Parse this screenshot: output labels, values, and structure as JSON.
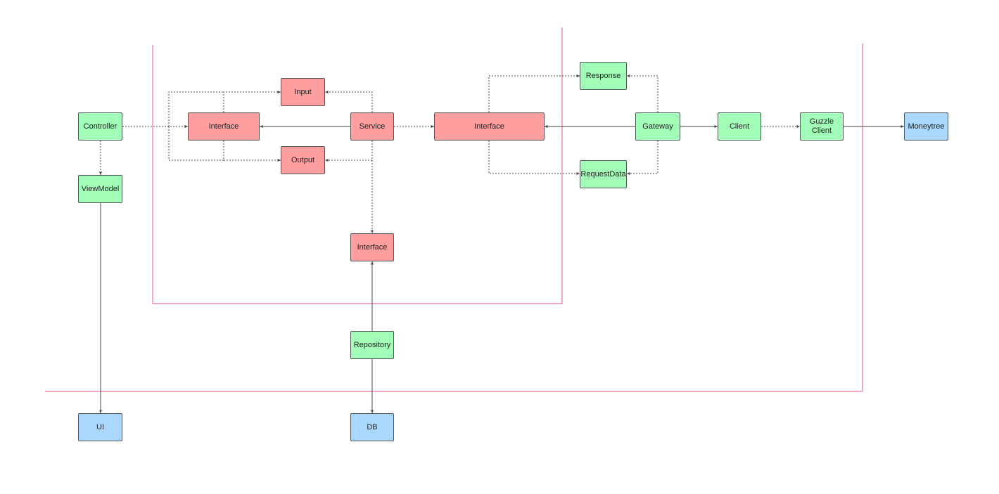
{
  "colors": {
    "domain_node": "#ff9e9e",
    "adapter_node": "#a2fdb8",
    "external_node": "#a9d7fd",
    "boundary": "#ee5577",
    "edge": "#444444"
  },
  "nodes": {
    "controller": {
      "label": "Controller",
      "kind": "green"
    },
    "viewmodel": {
      "label": "ViewModel",
      "kind": "green"
    },
    "ui": {
      "label": "UI",
      "kind": "blue"
    },
    "interface_usecase": {
      "label": "Interface",
      "kind": "red"
    },
    "input": {
      "label": "Input",
      "kind": "red"
    },
    "output": {
      "label": "Output",
      "kind": "red"
    },
    "service": {
      "label": "Service",
      "kind": "red"
    },
    "interface_repository": {
      "label": "Interface",
      "kind": "red"
    },
    "repository": {
      "label": "Repository",
      "kind": "green"
    },
    "db": {
      "label": "DB",
      "kind": "blue"
    },
    "interface_gateway": {
      "label": "Interface",
      "kind": "red"
    },
    "response": {
      "label": "Response",
      "kind": "green"
    },
    "requestdata": {
      "label": "RequestData",
      "kind": "green"
    },
    "gateway": {
      "label": "Gateway",
      "kind": "green"
    },
    "client": {
      "label": "Client",
      "kind": "green"
    },
    "guzzle_client": {
      "label": "Guzzle\nClient",
      "kind": "green"
    },
    "moneytree": {
      "label": "Moneytree",
      "kind": "blue"
    }
  },
  "edges": [
    {
      "from": "controller",
      "to": "interface_usecase",
      "style": "dotted"
    },
    {
      "from": "controller",
      "to": "viewmodel",
      "style": "dotted"
    },
    {
      "from": "viewmodel",
      "to": "ui",
      "style": "solid"
    },
    {
      "from": "service",
      "to": "interface_usecase",
      "style": "solid"
    },
    {
      "from": "interface_usecase",
      "to": "input",
      "style": "dotted"
    },
    {
      "from": "interface_usecase",
      "to": "output",
      "style": "dotted"
    },
    {
      "from": "controller",
      "to": "input",
      "style": "dotted"
    },
    {
      "from": "controller",
      "to": "output",
      "style": "dotted"
    },
    {
      "from": "service",
      "to": "input",
      "style": "dotted"
    },
    {
      "from": "service",
      "to": "output",
      "style": "dotted"
    },
    {
      "from": "service",
      "to": "interface_gateway",
      "style": "dotted"
    },
    {
      "from": "service",
      "to": "interface_repository",
      "style": "dotted"
    },
    {
      "from": "repository",
      "to": "interface_repository",
      "style": "solid"
    },
    {
      "from": "repository",
      "to": "db",
      "style": "solid"
    },
    {
      "from": "gateway",
      "to": "interface_gateway",
      "style": "solid"
    },
    {
      "from": "interface_gateway",
      "to": "response",
      "style": "dotted"
    },
    {
      "from": "interface_gateway",
      "to": "requestdata",
      "style": "dotted"
    },
    {
      "from": "gateway",
      "to": "response",
      "style": "dotted"
    },
    {
      "from": "gateway",
      "to": "requestdata",
      "style": "dotted"
    },
    {
      "from": "gateway",
      "to": "client",
      "style": "solid"
    },
    {
      "from": "client",
      "to": "guzzle_client",
      "style": "dotted"
    },
    {
      "from": "guzzle_client",
      "to": "moneytree",
      "style": "solid"
    }
  ]
}
